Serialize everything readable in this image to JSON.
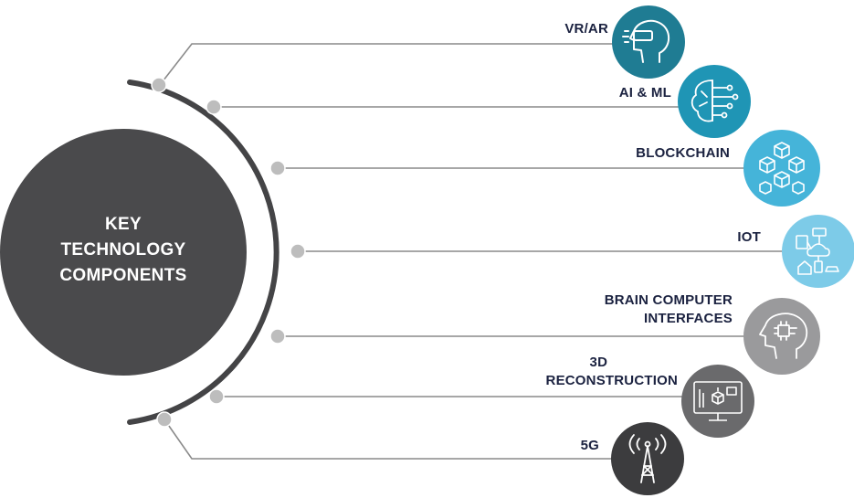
{
  "hub": {
    "title_lines": [
      "KEY",
      "TECHNOLOGY",
      "COMPONENTS"
    ],
    "color": "#4a4a4c"
  },
  "items": [
    {
      "lines": [
        "VR/AR"
      ],
      "icon": "vr-headset-head-icon",
      "color": "#1f7c93"
    },
    {
      "lines": [
        "AI & ML"
      ],
      "icon": "ai-brain-circuit-icon",
      "color": "#1f95b5"
    },
    {
      "lines": [
        "BLOCKCHAIN"
      ],
      "icon": "blockchain-cubes-icon",
      "color": "#45b4d9"
    },
    {
      "lines": [
        "IOT"
      ],
      "icon": "iot-devices-icon",
      "color": "#7dcbe8"
    },
    {
      "lines": [
        "BRAIN COMPUTER",
        "INTERFACES"
      ],
      "icon": "brain-chip-head-icon",
      "color": "#9a9a9c"
    },
    {
      "lines": [
        "3D",
        "RECONSTRUCTION"
      ],
      "icon": "3d-monitor-icon",
      "color": "#6a6a6c"
    },
    {
      "lines": [
        "5G"
      ],
      "icon": "5g-tower-icon",
      "color": "#3c3c3e"
    }
  ],
  "arc_color": "#444446",
  "node_color": "#bdbdbd",
  "line_color": "#8a8a8a"
}
